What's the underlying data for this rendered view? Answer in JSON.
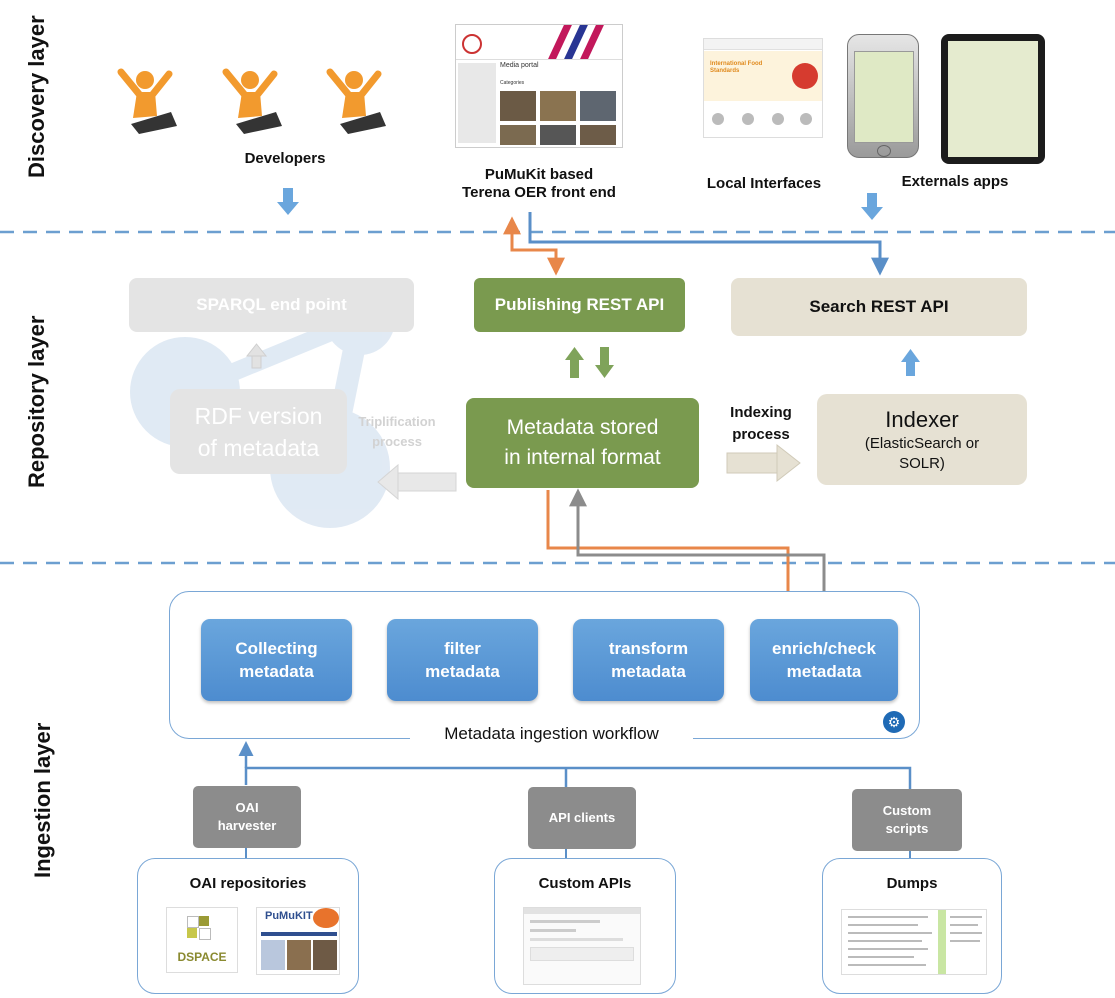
{
  "layers": {
    "discovery": "Discovery layer",
    "repository": "Repository layer",
    "ingestion": "Ingestion layer"
  },
  "discovery": {
    "developers": "Developers",
    "pumukit_line1": "PuMuKit based",
    "pumukit_line2": "Terena OER front end",
    "local_interfaces": "Local Interfaces",
    "external_apps": "Externals apps",
    "portal_title": "Media portal",
    "portal_categories": "Categories",
    "food_title": "International Food Standards"
  },
  "repository": {
    "sparql": "SPARQL end point",
    "publishing_api": "Publishing REST API",
    "search_api": "Search REST API",
    "rdf_line1": "RDF version",
    "rdf_line2": "of metadata",
    "triplification_line1": "Triplification",
    "triplification_line2": "process",
    "metadata_line1": "Metadata stored",
    "metadata_line2": "in internal format",
    "indexing_line1": "Indexing",
    "indexing_line2": "process",
    "indexer_title": "Indexer",
    "indexer_line1": "(ElasticSearch or",
    "indexer_line2": "SOLR)"
  },
  "ingestion": {
    "collecting_line1": "Collecting",
    "collecting_line2": "metadata",
    "filter_line1": "filter",
    "filter_line2": "metadata",
    "transform_line1": "transform",
    "transform_line2": "metadata",
    "enrich_line1": "enrich/check",
    "enrich_line2": "metadata",
    "workflow_label": "Metadata ingestion workflow",
    "oai_harvester_line1": "OAI",
    "oai_harvester_line2": "harvester",
    "api_clients": "API clients",
    "custom_scripts_line1": "Custom",
    "custom_scripts_line2": "scripts",
    "oai_repositories": "OAI repositories",
    "custom_apis": "Custom APIs",
    "dumps": "Dumps",
    "dspace_logo": "DSPACE",
    "pumukit_logo": "PuMuKIT"
  },
  "colors": {
    "blue": "#4d8ccf",
    "green": "#7a9a4f",
    "beige": "#e6e1d3",
    "orange": "#e8874a",
    "grey": "#8c8c8c",
    "faded": "#e2e2e2"
  },
  "icons": [
    "developer-figure-icon",
    "phone-icon",
    "tablet-icon",
    "gear-icon"
  ]
}
